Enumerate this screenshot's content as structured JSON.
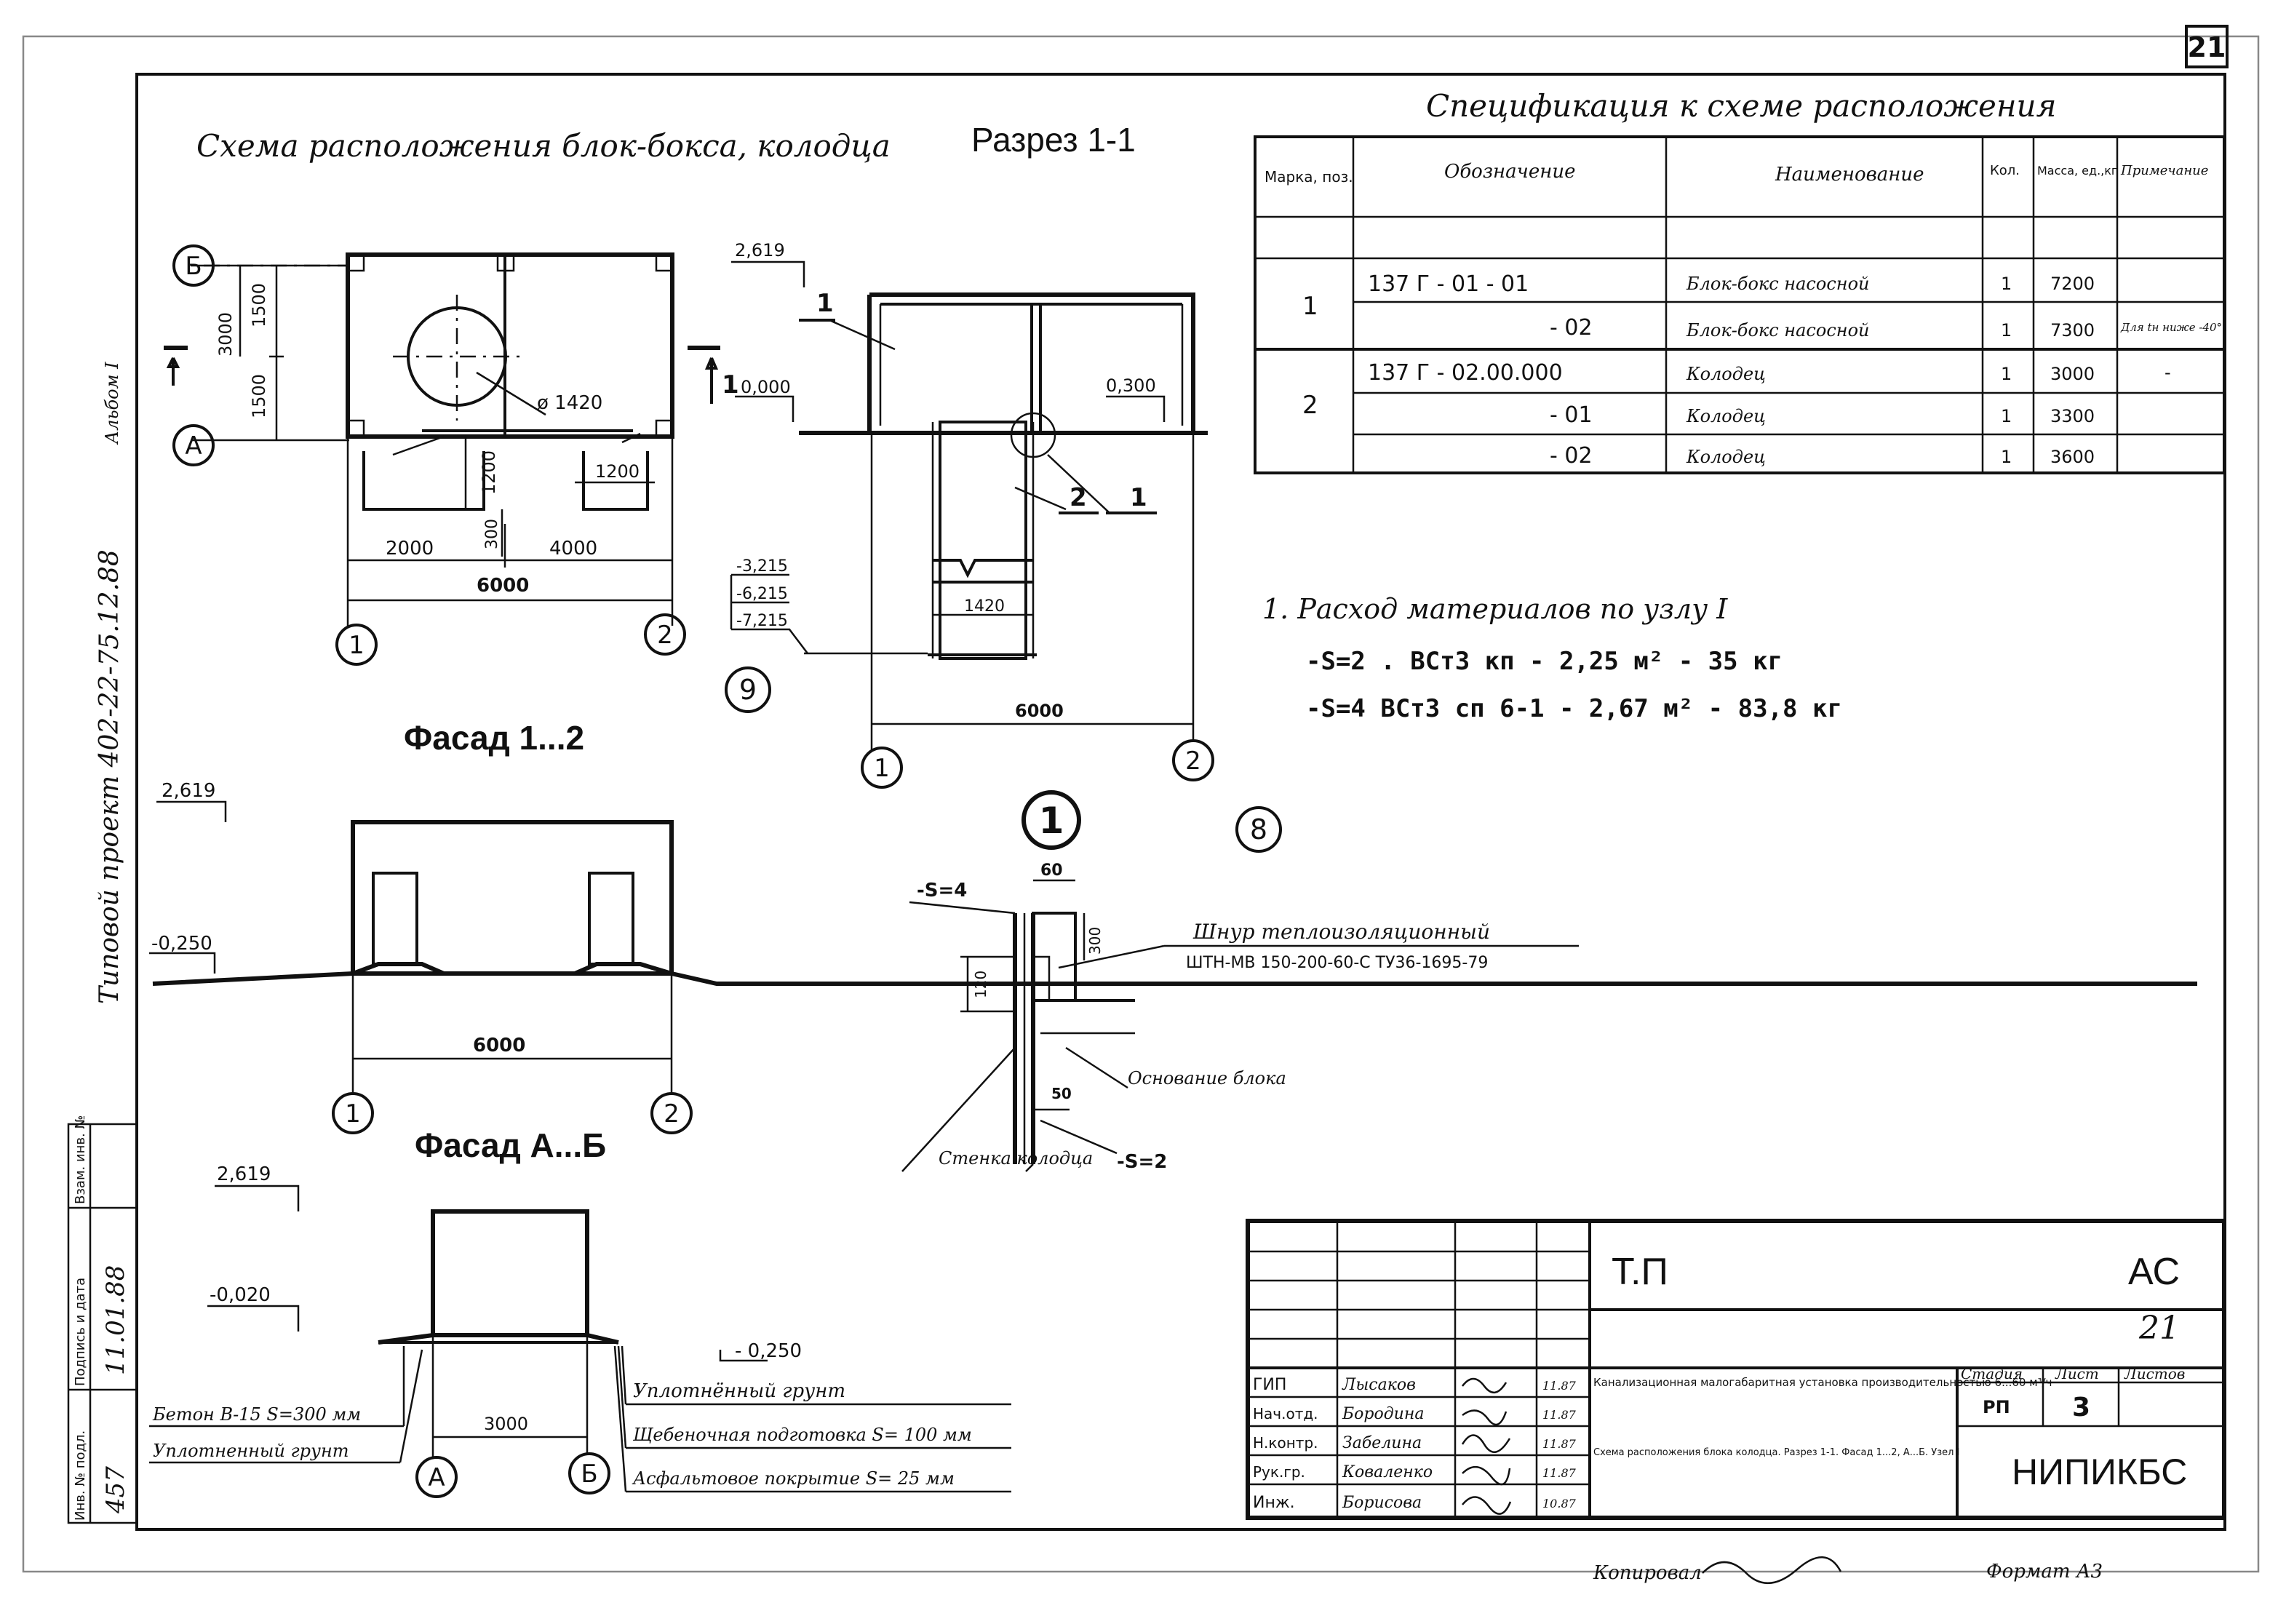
{
  "sheet_number": "21",
  "title_plan": "Схема расположения блок-бокса, колодца",
  "title_section": "Разрез 1-1",
  "title_facade_12": "Фасад 1...2",
  "title_facade_ab": "Фасад А...Б",
  "side_stamp": {
    "project": "Типовой проект 402-22-75.12.88",
    "album": "Альбом I",
    "inv_label": "Инв. № подл.",
    "sign_label": "Подпись и дата",
    "swap_label": "Взам. инв. №",
    "inv_value": "457",
    "date_value": "11.01.88"
  },
  "plan": {
    "axis_b": "Б",
    "axis_a": "А",
    "axis_1": "1",
    "axis_2": "2",
    "dim_3000": "3000",
    "dim_1500a": "1500",
    "dim_1500b": "1500",
    "dim_2000": "2000",
    "dim_4000": "4000",
    "dim_6000": "6000",
    "dim_1200a": "1200",
    "dim_1200b": "1200",
    "dim_300": "300",
    "diameter": "ø 1420",
    "cut_mark": "1"
  },
  "section": {
    "lvl_2619": "2,619",
    "lvl_0000": "0,000",
    "lvl_0300": "0,300",
    "lvl_m3215": "-3,215",
    "lvl_m6215": "-6,215",
    "lvl_m7215": "-7,215",
    "dim_1420": "1420",
    "dim_6000": "6000",
    "lead_1a": "1",
    "lead_2": "2",
    "lead_1b": "1",
    "axis_1": "1",
    "axis_2": "2",
    "circle_9": "9"
  },
  "spec": {
    "title": "Спецификация к схеме расположения",
    "headers": [
      "Марка, поз.",
      "Обозначение",
      "Наименование",
      "Кол.",
      "Масса, ед.,кг",
      "Примечание"
    ],
    "rows": [
      {
        "mark": "1",
        "code": "137 Г - 01 - 01",
        "name": "Блок-бокс насосной",
        "qty": "1",
        "mass": "7200",
        "note": ""
      },
      {
        "mark": "",
        "code": "- 02",
        "name": "Блок-бокс насосной",
        "qty": "1",
        "mass": "7300",
        "note": "Для tн ниже -40°"
      },
      {
        "mark": "2",
        "code": "137 Г - 02.00.000",
        "name": "Колодец",
        "qty": "1",
        "mass": "3000",
        "note": "-"
      },
      {
        "mark": "",
        "code": "- 01",
        "name": "Колодец",
        "qty": "1",
        "mass": "3300",
        "note": ""
      },
      {
        "mark": "",
        "code": "- 02",
        "name": "Колодец",
        "qty": "1",
        "mass": "3600",
        "note": ""
      }
    ]
  },
  "notes": {
    "n1": "1. Расход материалов по узлу I",
    "n2": "-S=2 . ВСт3 кп - 2,25 м² - 35 кг",
    "n3": "-S=4   ВСт3 сп 6-1 - 2,67 м² - 83,8 кг"
  },
  "node": {
    "circle_1": "1",
    "circle_8": "8",
    "s4": "-S=4",
    "s2": "-S=2",
    "dim_60": "60",
    "dim_300": "300",
    "dim_120": "120",
    "dim_50": "50",
    "cord_label": "Шнур теплоизоляционный",
    "cord_spec": "ШТН-МВ 150-200-60-С ТУ36-1695-79",
    "base_label": "Основание блока",
    "wall_label": "Стенка колодца"
  },
  "facade12": {
    "lvl_2619": "2,619",
    "lvl_m0250": "-0,250",
    "dim_6000": "6000",
    "axis_1": "1",
    "axis_2": "2"
  },
  "facadeab": {
    "lvl_2619": "2,619",
    "lvl_m0020": "-0,020",
    "lvl_m0250": "- 0,250",
    "dim_3000": "3000",
    "axis_a": "А",
    "axis_b": "Б",
    "label_concrete": "Бетон В-15 S=300 мм",
    "label_soil_left": "Уплотненный грунт",
    "label_soil_right": "Уплотнённый грунт",
    "label_gravel": "Щебеночная подготовка S= 100 мм",
    "label_asphalt": "Асфальтовое покрытие S= 25 мм"
  },
  "stamp": {
    "code_left": "Т.П",
    "code_right": "АС",
    "sheet_hand": "21",
    "desc": "Канализационная малогабаритная установка производительностью 6...60 м³/ч",
    "sheet_title": "Схема расположения блока колодца. Разрез 1-1. Фасад 1...2, А...Б. Узел I",
    "stage_h": "Стадия",
    "sheet_h": "Лист",
    "sheets_h": "Листов",
    "stage_v": "РП",
    "sheet_v": "3",
    "org": "НИПИКБС",
    "roles": [
      {
        "role": "ГИП",
        "name": "Лысаков",
        "date": "11.87"
      },
      {
        "role": "Нач.отд.",
        "name": "Бородина",
        "date": "11.87"
      },
      {
        "role": "Н.контр.",
        "name": "Забелина",
        "date": "11.87"
      },
      {
        "role": "Рук.гр.",
        "name": "Коваленко",
        "date": "11.87"
      },
      {
        "role": "Инж.",
        "name": "Борисова",
        "date": "10.87"
      }
    ]
  },
  "footer": {
    "copied": "Копировал",
    "format": "Формат А3"
  }
}
